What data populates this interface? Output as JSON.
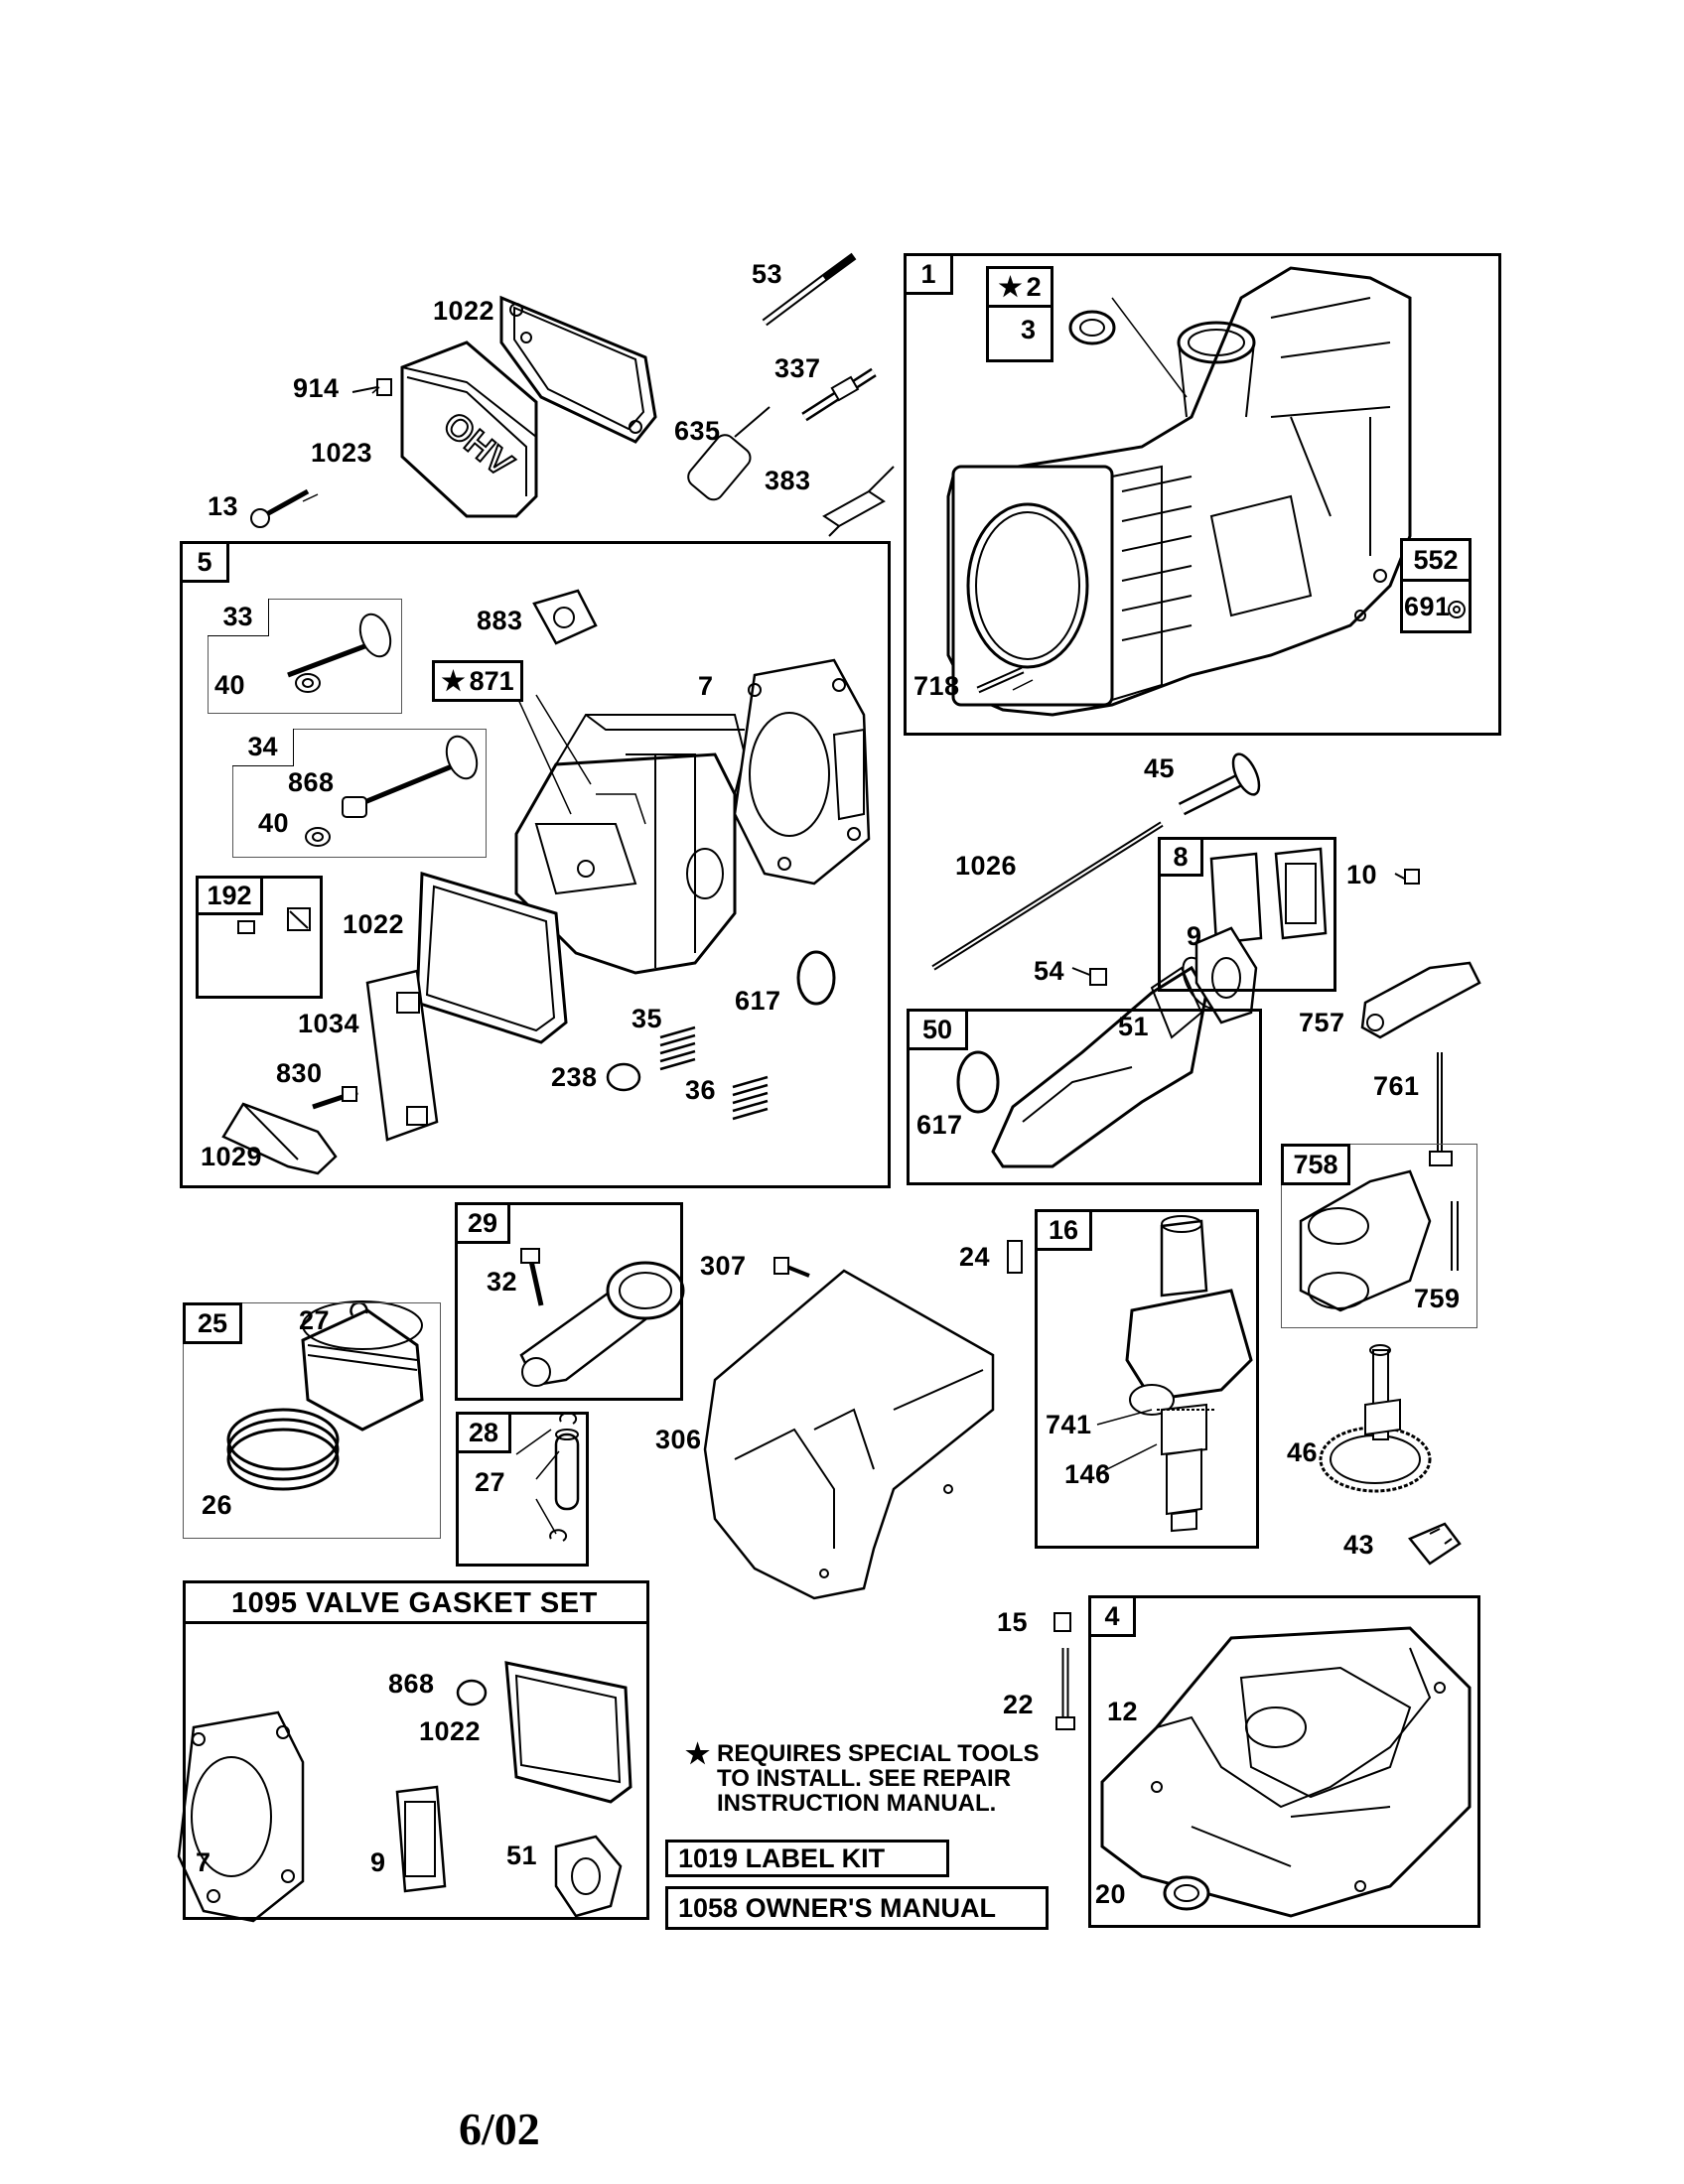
{
  "callouts": {
    "p53": "53",
    "p1022a": "1022",
    "p914": "914",
    "p1023": "1023",
    "p13": "13",
    "p337": "337",
    "p635": "635",
    "p383": "383",
    "p1": "1",
    "p2": "2",
    "p3": "3",
    "p552": "552",
    "p691": "691",
    "p718": "718",
    "p5": "5",
    "p33": "33",
    "p40a": "40",
    "p883": "883",
    "p871": "871",
    "p7a": "7",
    "p34": "34",
    "p868a": "868",
    "p40b": "40",
    "p192": "192",
    "p1022b": "1022",
    "p617a": "617",
    "p1034": "1034",
    "p35": "35",
    "p830": "830",
    "p238": "238",
    "p36": "36",
    "p1029": "1029",
    "p45": "45",
    "p1026": "1026",
    "p8": "8",
    "p9a": "9",
    "p10": "10",
    "p54": "54",
    "p50": "50",
    "p51a": "51",
    "p617b": "617",
    "p757": "757",
    "p761": "761",
    "p758": "758",
    "p759": "759",
    "p29": "29",
    "p32": "32",
    "p307": "307",
    "p24": "24",
    "p16": "16",
    "p25": "25",
    "p27a": "27",
    "p26": "26",
    "p28": "28",
    "p27b": "27",
    "p306": "306",
    "p741": "741",
    "p146": "146",
    "p46": "46",
    "p43": "43",
    "p15": "15",
    "p4": "4",
    "p22": "22",
    "p12": "12",
    "p20": "20",
    "p868b": "868",
    "p1022c": "1022",
    "p7b": "7",
    "p9b": "9",
    "p51b": "51"
  },
  "star_symbol": "★",
  "kits": {
    "valve_gasket_set": "1095 VALVE GASKET SET",
    "label_kit": "1019 LABEL KIT",
    "owners_manual": "1058 OWNER'S MANUAL"
  },
  "notes": {
    "special_tools_line1": "REQUIRES SPECIAL TOOLS",
    "special_tools_line2": "TO INSTALL.  SEE REPAIR",
    "special_tools_line3": "INSTRUCTION MANUAL."
  },
  "cover_text": "OHV",
  "footer_date": "6/02"
}
